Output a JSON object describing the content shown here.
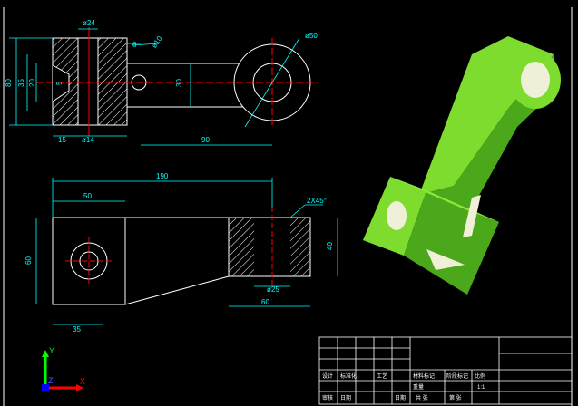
{
  "colors": {
    "background": "#000000",
    "outline": "#ffffff",
    "dimension": "#00ffff",
    "centerline": "#ff0000",
    "hatch": "#ffffff",
    "model_green": "#7ddc2e",
    "model_green_dark": "#4aa81a",
    "model_face": "#f0f0d8",
    "axis_x": "#ff0000",
    "axis_y": "#00ff00",
    "axis_z": "#0000ff"
  },
  "top_view": {
    "dims": {
      "d24": "ø24",
      "d6": "6",
      "d10": "ø10",
      "d50": "ø50",
      "d80": "80",
      "d35": "35",
      "d20": "20",
      "d5": "5",
      "d30": "30",
      "d15": "15",
      "d14": "ø14",
      "d90": "90"
    }
  },
  "front_view": {
    "dims": {
      "d190": "190",
      "d50": "50",
      "chamfer": "2X45°",
      "d60": "60",
      "d40": "40",
      "d25": "ø25",
      "d60b": "60",
      "d35": "35"
    }
  },
  "ucs_icon": {
    "x_label": "X",
    "y_label": "Y",
    "z_label": "Z"
  },
  "title_block": {
    "cells": [
      "设计",
      "标准化",
      "审核",
      "日期",
      "工艺",
      "日期",
      "材料标记",
      "阶段标记",
      "重量",
      "比例",
      "共 张",
      "第 张",
      "1:1"
    ]
  }
}
